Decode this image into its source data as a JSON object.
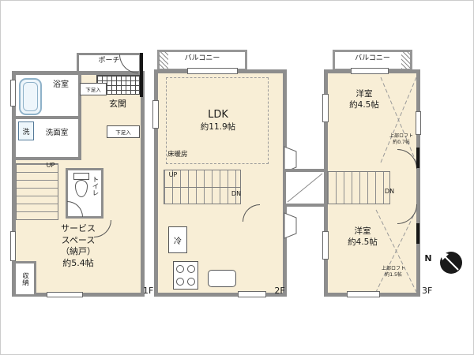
{
  "floor1": {
    "porch": "ポーチ",
    "bath": "浴室",
    "washer": "洗",
    "washroom": "洗面室",
    "entrance": "玄関",
    "shoe_upper": "下足入",
    "shoe_lower": "下足入",
    "up": "UP",
    "toilet": "トイレ",
    "service_room": "サービス\nスペース\n（納戸）\n約5.4帖",
    "storage": "収納",
    "label": "1F"
  },
  "floor2": {
    "balcony": "バルコニー",
    "ldk_name": "LDK",
    "ldk_size": "約11.9帖",
    "floor_heating": "床暖房",
    "up": "UP",
    "dn": "DN",
    "fridge": "冷",
    "label": "2F"
  },
  "floor3": {
    "balcony": "バルコニー",
    "room_top": "洋室\n約4.5帖",
    "loft_top": "上部ロフト\n約0.7帖",
    "dn": "DN",
    "room_bottom": "洋室\n約4.5帖",
    "loft_bottom": "上部ロフト\n約1.5帖",
    "label": "3F"
  },
  "compass": {
    "north": "N"
  },
  "colors": {
    "wall": "#8d8d8d",
    "floor": "#f8eed6",
    "tub": "#8fb2c9"
  }
}
